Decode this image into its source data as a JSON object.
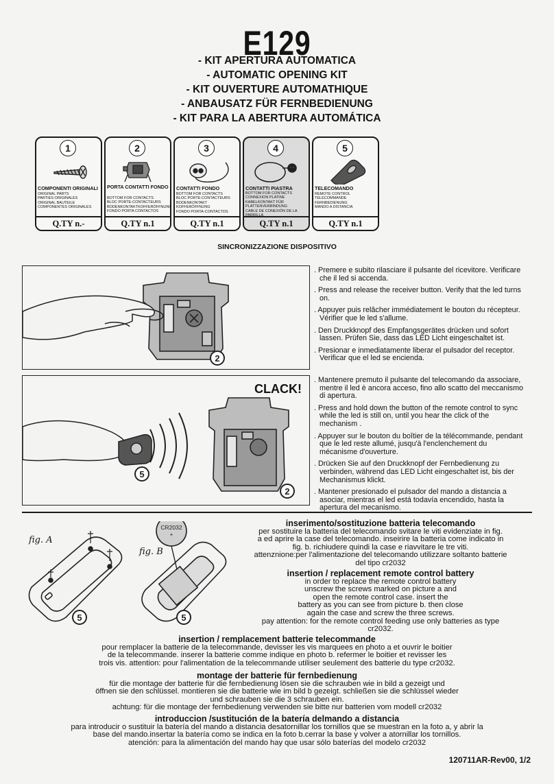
{
  "header": {
    "code": "E129",
    "subtitles": [
      "- KIT APERTURA AUTOMATICA",
      "- AUTOMATIC OPENING KIT",
      "- KIT OUVERTURE AUTOMATHIQUE",
      "- ANBAUSATZ FÜR FERNBEDIENUNG",
      "- KIT PARA LA ABERTURA AUTOMÁTICA"
    ]
  },
  "parts": [
    {
      "num": "1",
      "name": "COMPONENTI ORIGINALI",
      "desc": "ORIGINAL PARTS\nPARTIES ORIGINALES\nORIGINAL BAUTEILE\nCOMPONENTES ORIGINALES",
      "qty": "Q.TY n.-"
    },
    {
      "num": "2",
      "name": "PORTA CONTATTI FONDO",
      "desc": "BOTTOM FOR CONTACTS\nBLOC PORTE-CONTACTEURS\nBODENKONTAKTKOFFERÖFFNUNG\nFONDO PORTA CONTACTOS",
      "qty": "Q.TY n.1"
    },
    {
      "num": "3",
      "name": "CONTATTI FONDO",
      "desc": "BOTTOM FOR CONTACTS\nBLOC PORTE-CONTACTEURS\nBODENKONTAKT\nKOFFERÖFFNUNG\nFONDO PORTA-CONTACTOS",
      "qty": "Q.TY n.1"
    },
    {
      "num": "4",
      "name": "CONTATTI PIASTRA",
      "desc": "BOTTOM FOR CONTACTS\nCONNEXION PLATINE\nKABELKONTAKT FÜR\nPLATTENVERBINDUNG\nCABLE DE CONEXIÓN DE LA PARRILLA",
      "qty": "Q.TY n.1"
    },
    {
      "num": "5",
      "name": "TELECOMANDO",
      "desc": "REMOTE CONTROL\nTELECOMMANDE\nFERNBEDIENUNG\nMANDO A DISTANCIA",
      "qty": "Q.TY n.1"
    }
  ],
  "sync": {
    "title": "SINCRONIZZAZIONE DISPOSITIVO",
    "clack": "CLACK!",
    "marker_receiver": "2",
    "marker_remote": "5",
    "step1": [
      ". Premere e subito rilasciare il pulsante del ricevitore. Verificare che il led si accenda.",
      ". Press and release the receiver button. Verify that the led turns on.",
      ". Appuyer puis relâcher immédiatement le bouton du récepteur. Vérifier que le led s'allume.",
      ". Den Druckknopf des Empfangsgerätes drücken und sofort lassen. Prüfen Sie, dass das LED Licht eingeschaltet ist.",
      ". Presionar e inmediatamente liberar el pulsador del receptor. Verificar que el led se encienda."
    ],
    "step2": [
      ". Mantenere premuto il pulsante del telecomando da associare, mentre il led è ancora acceso, fino allo scatto del meccanismo di apertura.",
      ". Press and hold down the button of the remote control to sync while the led is still on, until you hear the click of the mechanism .",
      ". Appuyer sur le bouton du boîtier de la télécommande, pendant que le led reste allumé, jusqu'à l'enclenchement du mécanisme d'ouverture.",
      ". Drücken Sie auf den Druckknopf der Fernbedienung zu verbinden, während das LED Licht eingeschaltet ist, bis der Mechanismus klickt.",
      ". Mantener presionado el pulsador del mando a distancia a asociar, mientras el led está todavía encendido, hasta la apertura del mecanismo."
    ]
  },
  "battery": {
    "fig_a": "fig. A",
    "fig_b": "fig. B",
    "coin": "CR2032",
    "coin_plus": "+",
    "marker": "5",
    "it": {
      "title": "inserimento/sostituzione batteria telecomando",
      "lines": [
        "per sostituire la batteria del telecomando svitare le viti evidenziate in fig.",
        "a ed aprire la case del telecomando. inseirire la batteria come indicato in",
        "fig. b. richiudere quindi la case e riavvitare le tre viti.",
        "attenznione:per l'alimentazione del telecomando utilizzare soltanto batterie",
        "del tipo cr2032"
      ]
    },
    "en": {
      "title": "insertion / replacement remote control battery",
      "lines": [
        "in order to replace the remote control battery",
        "unscrew the screws marked on picture a and",
        "open the remote control case. insert the",
        "battery as you can see from picture b. then close",
        "again the case and  screw the three screws.",
        "pay attention: for the remote control feeding use only batteries as type",
        "cr2032."
      ]
    },
    "fr": {
      "title": "insertion / remplacement batterie telecommande",
      "lines": [
        "pour remplacer la batterie de la telecommande, devisser les vis marquees en photo a et ouvrir le boitier",
        "de la telecommande. inserer la batterie comme indique en photo b. refermer le boitier et revisser les",
        "trois vis. attention: pour l'alimentation de la telecommande utiliser seulement des batterie du type cr2032."
      ]
    },
    "de": {
      "title": "montage der batterie für fernbedienung",
      "lines": [
        "für die montage der batterie für die fernbedienung lösen sie die schrauben wie in bild a gezeigt und",
        "öffnen sie den schlüssel. montieren sie die batterie wie im bild b gezeigt. schließen sie die schlüssel wieder",
        "und schrauben sie die 3 schrauben ein.",
        "achtung: für die montage der fernbedienung verwenden sie bitte nur batterien vom modell cr2032"
      ]
    },
    "es": {
      "title": "introduccion /sustitución  de la batería delmando a distancia",
      "lines": [
        "para introducir o sustituir la batería del mando a  distancia desatornillar los tornillos que se muestran en la foto a, y abrir la",
        "base del mando.insertar la batería  como se indica en la foto b.cerrar  la base y volver a atornillar los tornillos.",
        "atención: para la alimentación del mando hay que usar sólo baterías del modelo cr2032"
      ]
    }
  },
  "footer": {
    "code": "120711AR-Rev00, 1/2"
  }
}
